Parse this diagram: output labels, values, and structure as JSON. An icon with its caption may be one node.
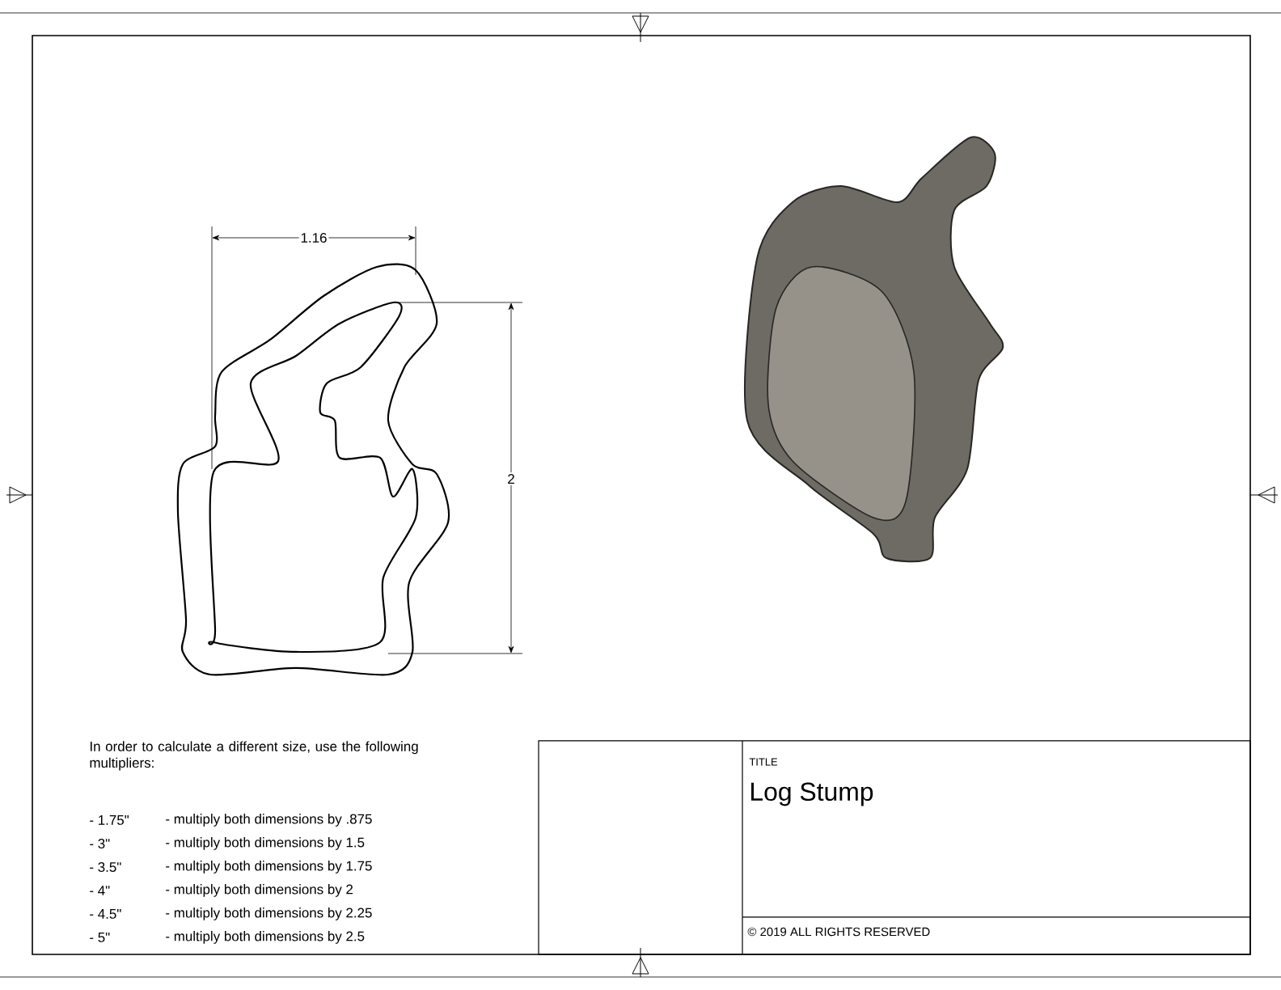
{
  "diagram": {
    "title": "Log Stump",
    "labels": [
      "1.16",
      "2",
      "In order to calculate a different size, use the following multipliers:",
      "- 1.75\"",
      "- multiply both dimensions by .875",
      "- 3\"",
      "- multiply both dimensions by 1.5",
      "- 3.5\"",
      "- multiply both dimensions by 1.75",
      "- 4\"",
      "- multiply both dimensions by 2",
      "- 4.5\"",
      "- multiply both dimensions by 2.25",
      "- 5\"",
      "- multiply both dimensions by 2.5",
      "TITLE",
      "© 2019 ALL RIGHTS RESERVED"
    ]
  }
}
